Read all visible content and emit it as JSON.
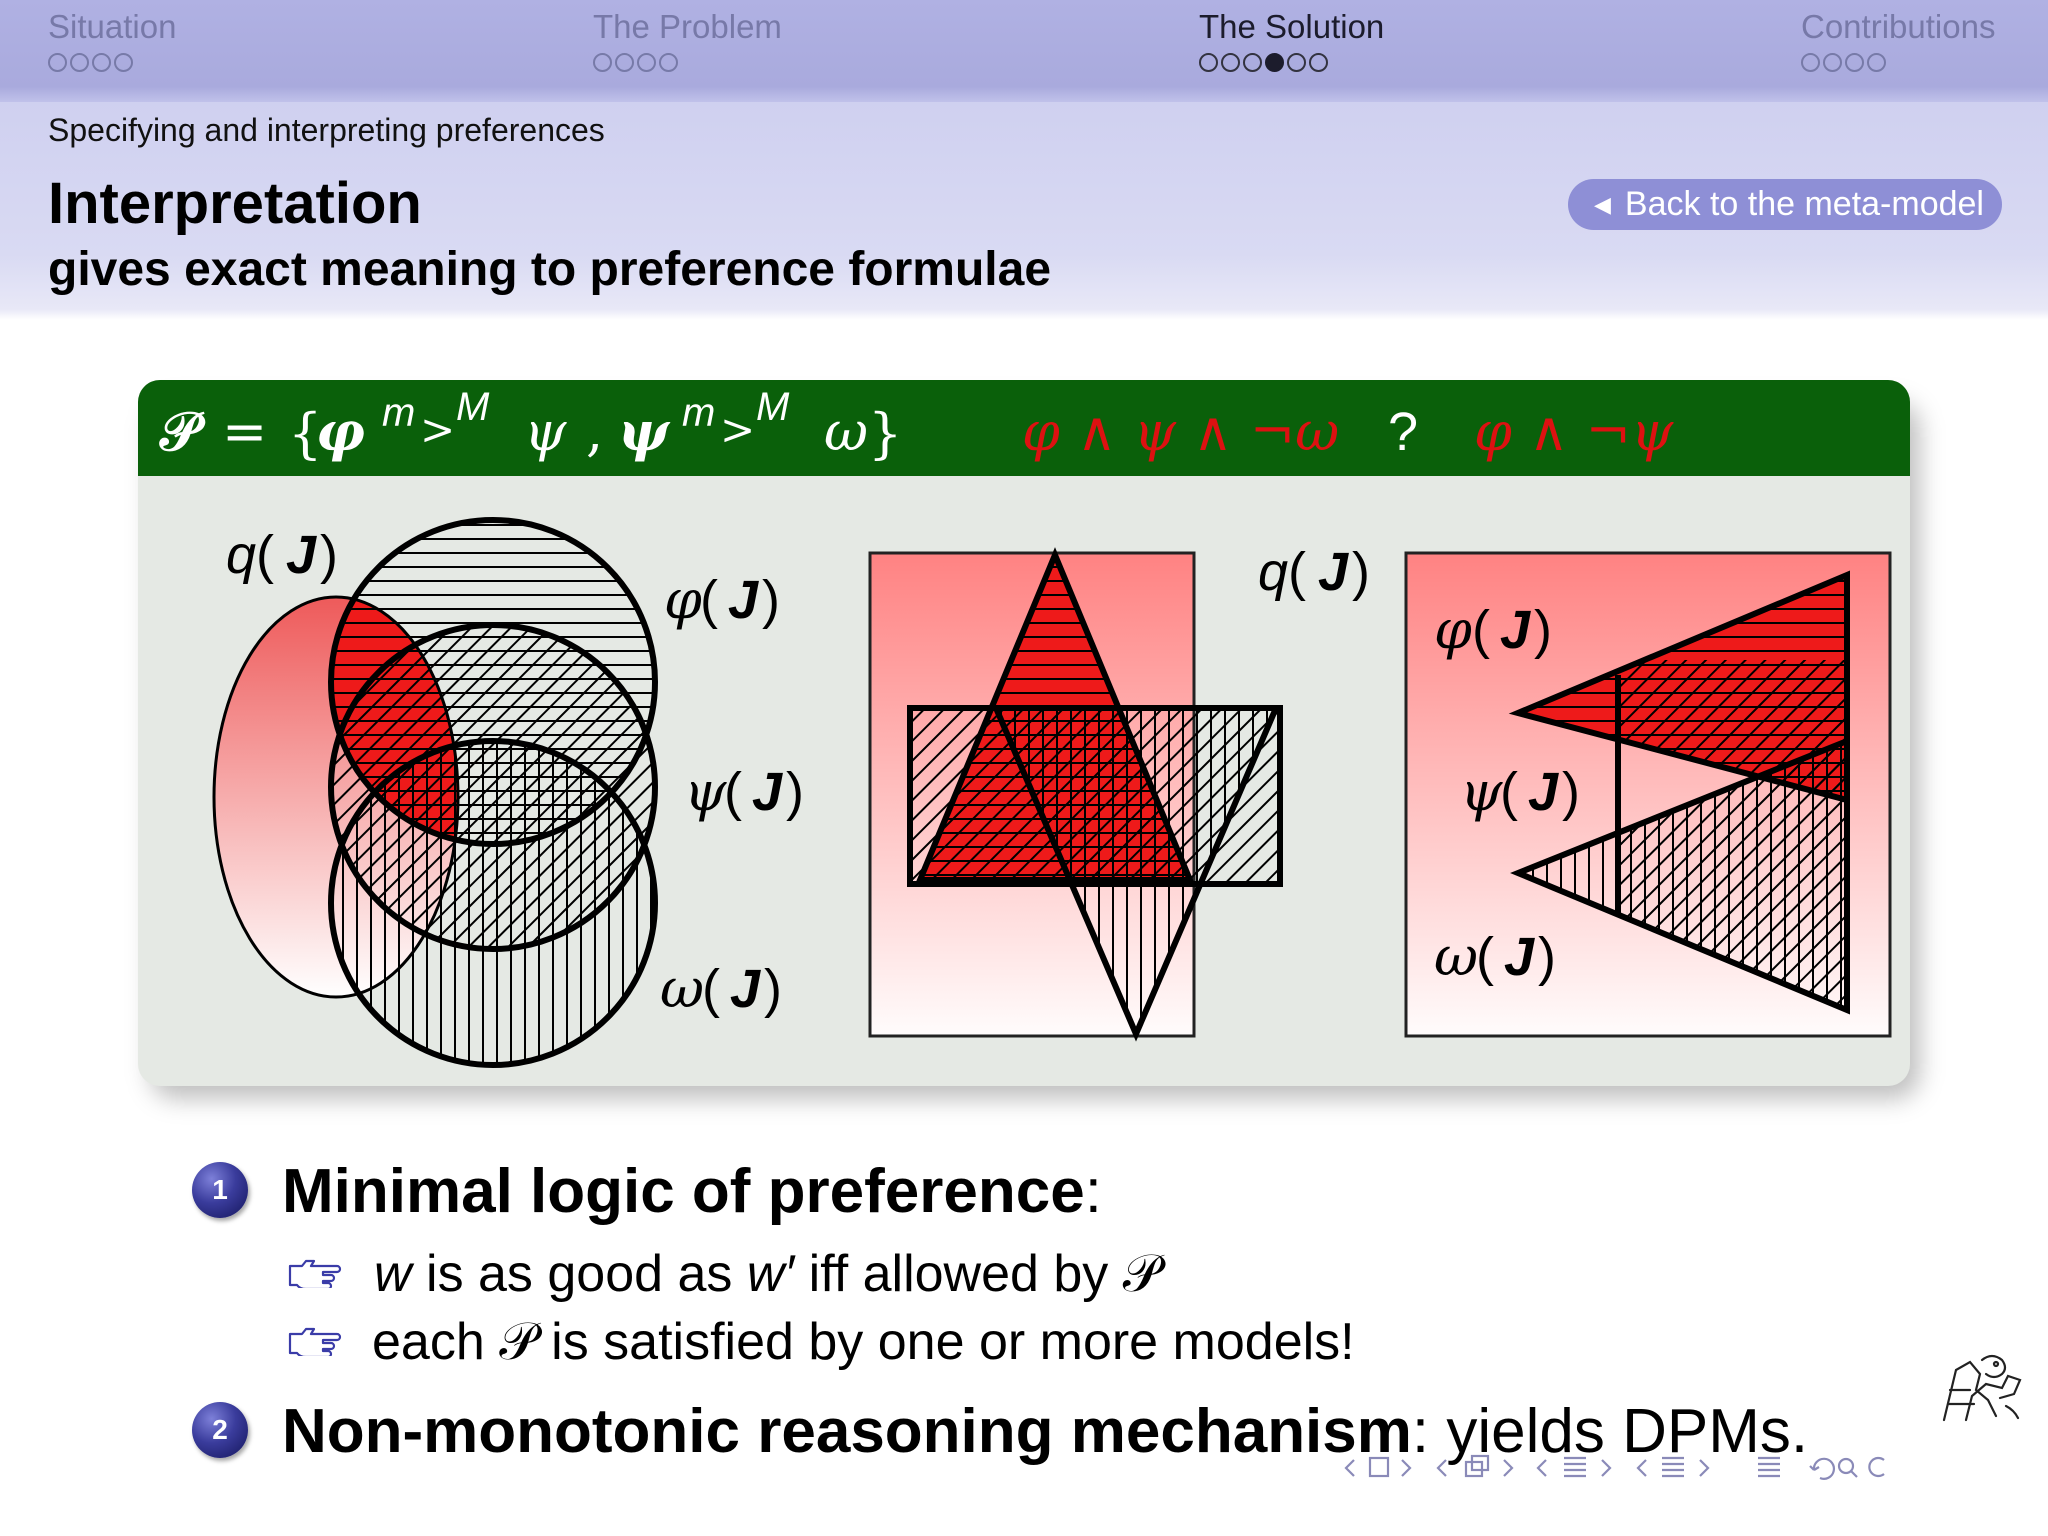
{
  "nav": {
    "sections": [
      {
        "title": "Situation",
        "dots": 4,
        "filled": -1
      },
      {
        "title": "The Problem",
        "dots": 4,
        "filled": -1
      },
      {
        "title": "The Solution",
        "dots": 6,
        "filled": 3,
        "active": true
      },
      {
        "title": "Contributions",
        "dots": 4,
        "filled": -1
      }
    ]
  },
  "header": {
    "subsection": "Specifying and interpreting preferences",
    "title": "Interpretation",
    "subtitle": "gives exact meaning to preference formulae",
    "back_button": "Back to the meta-model"
  },
  "block": {
    "formula": {
      "set": "𝒫",
      "eq": "=",
      "lbrace": "{",
      "phi": "φ",
      "m": "m",
      "gt": ">",
      "M": "M",
      "psi": "ψ",
      "comma": ",",
      "omega": "ω",
      "rbrace": "}"
    },
    "red_formula_1": "φ ∧ ψ ∧ ¬ω",
    "question": "?",
    "red_formula_2": "φ ∧ ¬ψ",
    "labels": {
      "q": "q",
      "phi": "φ",
      "psi": "ψ",
      "omega": "ω",
      "J": "J",
      "lparen": "(",
      "rparen": ")"
    }
  },
  "items": [
    {
      "number": "1",
      "bold": "Minimal logic of preference",
      "rest": ":",
      "subitems": [
        {
          "parts": [
            "w",
            " is as good as ",
            "w′",
            " iff allowed by ",
            "𝒫"
          ]
        },
        {
          "parts": [
            "each ",
            "𝒫",
            " is satisfied by one or more models!"
          ]
        }
      ]
    },
    {
      "number": "2",
      "bold": "Non-monotonic reasoning mechanism",
      "rest": ": yields DPMs."
    }
  ],
  "colors": {
    "nav_bg": "#aaabde",
    "header_bg": "#d5d6f2",
    "block_header": "#0a600a",
    "block_body": "#e5e9e4",
    "red_formula": "#dd1111",
    "button": "#8e8fd6",
    "ball": "#2a2c8c"
  },
  "icons": [
    "hand-pointer-icon",
    "lion-logo-icon",
    "navigation-symbols-icon"
  ]
}
